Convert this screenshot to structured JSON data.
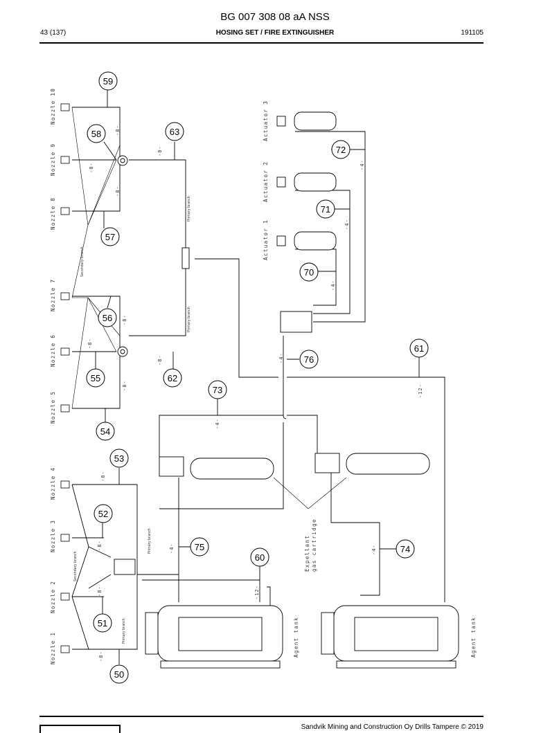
{
  "header": {
    "doc_code": "BG 007 308 08 aA NSS",
    "page": "43 (137)",
    "title": "HOSING SET / FIRE EXTINGUISHER",
    "date": "191105"
  },
  "footer": {
    "copyright": "Sandvik Mining and Construction Oy Drills Tampere © 2019"
  },
  "callouts": [
    "50",
    "51",
    "52",
    "53",
    "54",
    "55",
    "56",
    "57",
    "58",
    "59",
    "60",
    "61",
    "62",
    "63",
    "70",
    "71",
    "72",
    "73",
    "74",
    "75",
    "76"
  ],
  "nozzle_labels": [
    "Nozzle 1",
    "Nozzle 2",
    "Nozzle 3",
    "Nozzle 4",
    "Nozzle 5",
    "Nozzle 6",
    "Nozzle 7",
    "Nozzle 8",
    "Nozzle 9",
    "Nozzle 10"
  ],
  "actuator_labels": [
    "Actuator 1",
    "Actuator 2",
    "Actuator 3"
  ],
  "tank_labels": [
    "Agent tank",
    "Agent tank"
  ],
  "branch_labels": {
    "primary": "Primary branch",
    "secondary": "Secondary branch"
  },
  "cartridge_label_lines": [
    "Expellant",
    "gas cartridge"
  ],
  "hose_sizes": {
    "size_8": "-8-",
    "size_4": "-4-",
    "size_12": "-12-"
  }
}
